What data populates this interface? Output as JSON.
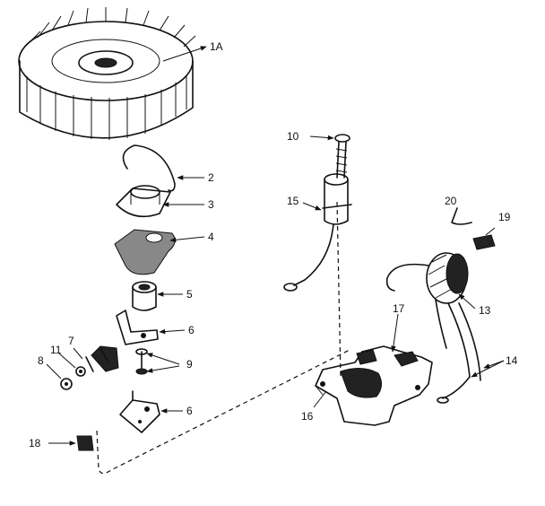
{
  "labels": {
    "p1a": "1A",
    "p2": "2",
    "p3": "3",
    "p4": "4",
    "p5": "5",
    "p6a": "6",
    "p6b": "6",
    "p7": "7",
    "p8": "8",
    "p9": "9",
    "p10": "10",
    "p11": "11",
    "p13": "13",
    "p14": "14",
    "p15": "15",
    "p16": "16",
    "p17": "17",
    "p18": "18",
    "p19": "19",
    "p20": "20"
  }
}
